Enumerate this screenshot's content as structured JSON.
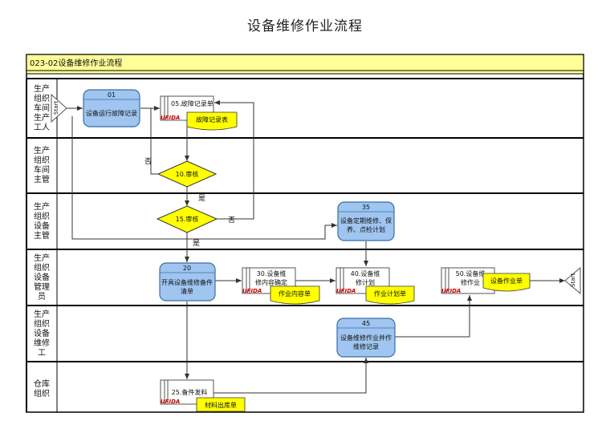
{
  "page": {
    "title": "设备维修作业流程"
  },
  "diagram": {
    "header": "023-02设备维修作业流程",
    "lanes": [
      {
        "id": "lane-1",
        "name": "生产\n组织\n车间\n生产\n工人"
      },
      {
        "id": "lane-2",
        "name": "生产\n组织\n车间\n主管"
      },
      {
        "id": "lane-3",
        "name": "生产\n组织\n设备\n主管"
      },
      {
        "id": "lane-4",
        "name": "生产\n组织\n设备\n管理\n员"
      },
      {
        "id": "lane-5",
        "name": "生产\n组织\n设备\n维修\n工"
      },
      {
        "id": "lane-6",
        "name": "仓库\n组织"
      }
    ],
    "terminators": {
      "start": "Start",
      "end": "Start"
    },
    "nodes": {
      "n01": {
        "num": "01",
        "label": "设备运行故障记录"
      },
      "n05": {
        "label": "05.故障记录单",
        "doc": "故障记录表",
        "logo": "UFIDA"
      },
      "n10": {
        "label": "10.审核"
      },
      "n15": {
        "label": "15.审核"
      },
      "n35": {
        "num": "35",
        "label": "设备定期维修、保养、点检计划"
      },
      "n20": {
        "num": "20",
        "label": "开具设备维修备件清单"
      },
      "n30": {
        "label": "30.设备维修内容确定",
        "doc": "作业内容单",
        "logo": "UFIDA"
      },
      "n40": {
        "label": "40.设备维修计划",
        "doc": "作业计划单",
        "logo": "UFIDA"
      },
      "n50": {
        "label": "50.设备维修作业",
        "doc": "设备作业单",
        "logo": "UFIDA"
      },
      "n45": {
        "num": "45",
        "label": "设备维修作业并作维修记录"
      },
      "n25": {
        "label": "25.备件发料",
        "doc": "材料出库单",
        "logo": "UFIDA"
      }
    },
    "edge_labels": {
      "no1": "否",
      "yes1": "是",
      "no2": "否",
      "yes2": "是"
    }
  },
  "colors": {
    "header_bg": "#ffff99",
    "process_fill": "#9fc5f0",
    "process_stroke": "#3a6ea5",
    "decision_fill": "#ffff00",
    "document_fill": "#ffff00",
    "ufida_red": "#cc0000",
    "line": "#333333"
  }
}
